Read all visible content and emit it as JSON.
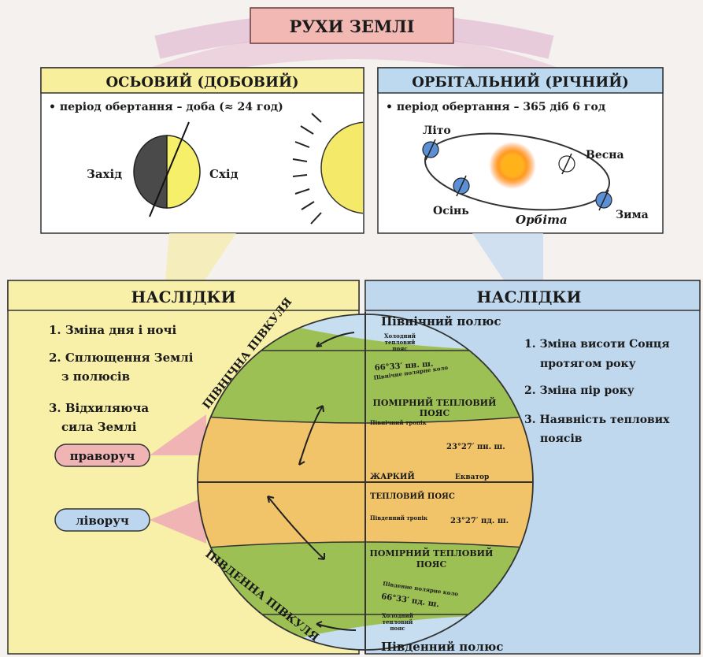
{
  "title": "РУХИ ЗЕМЛІ",
  "axial": {
    "heading": "ОСЬОВИЙ (ДОБОВИЙ)",
    "period": "• період обертання – доба (≈ 24 год)",
    "west": "Захід",
    "east": "Схід"
  },
  "orbital": {
    "heading": "ОРБІТАЛЬНИЙ (РІЧНИЙ)",
    "period": "• період обертання – 365 діб 6 год",
    "summer": "Літо",
    "spring": "Весна",
    "autumn": "Осінь",
    "winter": "Зима",
    "orbit": "Орбіта"
  },
  "left_consequences": {
    "heading": "НАСЛІДКИ",
    "items": [
      "1. Зміна дня і ночі",
      "2. Сплющення Землі",
      "з полюсів",
      "3. Відхиляюча",
      "сила Землі"
    ],
    "right_pill": "праворуч",
    "left_pill": "ліворуч",
    "north_hemisphere": "ПІВНІЧНА ПІВКУЛЯ",
    "south_hemisphere": "ПІВДЕННА ПІВКУЛЯ"
  },
  "right_consequences": {
    "heading": "НАСЛІДКИ",
    "north_pole": "Північний полюс",
    "south_pole": "Південний полюс",
    "items": [
      "1. Зміна висоти Сонця",
      "протягом року",
      "2. Зміна пір року",
      "3. Наявність теплових",
      "поясів"
    ],
    "zones": {
      "cold_n": [
        "Холодний",
        "тепловий",
        "пояс"
      ],
      "arctic_deg": "66°33′ пн. ш.",
      "arctic_circle": "Північне полярне коло",
      "temperate_n": [
        "ПОМІРНИЙ ТЕПЛОВИЙ",
        "ПОЯС"
      ],
      "tropic_n": "Північний тропік",
      "tropic_n_deg": "23°27′ пн. ш.",
      "hot_word": "ЖАРКИЙ",
      "equator": "Екватор",
      "hot_zone": "ТЕПЛОВИЙ ПОЯС",
      "tropic_s": "Південний тропік",
      "tropic_s_deg": "23°27′ пд. ш.",
      "temperate_s": [
        "ПОМІРНИЙ ТЕПЛОВИЙ",
        "ПОЯС"
      ],
      "antarctic_circle": "Південне полярне коло",
      "antarctic_deg": "66°33′ пд. ш.",
      "cold_s": [
        "Холодний",
        "тепловий",
        "пояс"
      ]
    }
  },
  "colors": {
    "title_bg": "#f2b8b4",
    "axial_bg": "#f8ef9c",
    "orbital_bg": "#bcd9f0",
    "left_panel": "#f8efa8",
    "right_panel": "#bfd8ee",
    "green": "#9dc055",
    "orange": "#f2c46a",
    "ice": "#c6def0",
    "pink": "#f0b4b4",
    "blue_pill": "#bcd6f0"
  }
}
